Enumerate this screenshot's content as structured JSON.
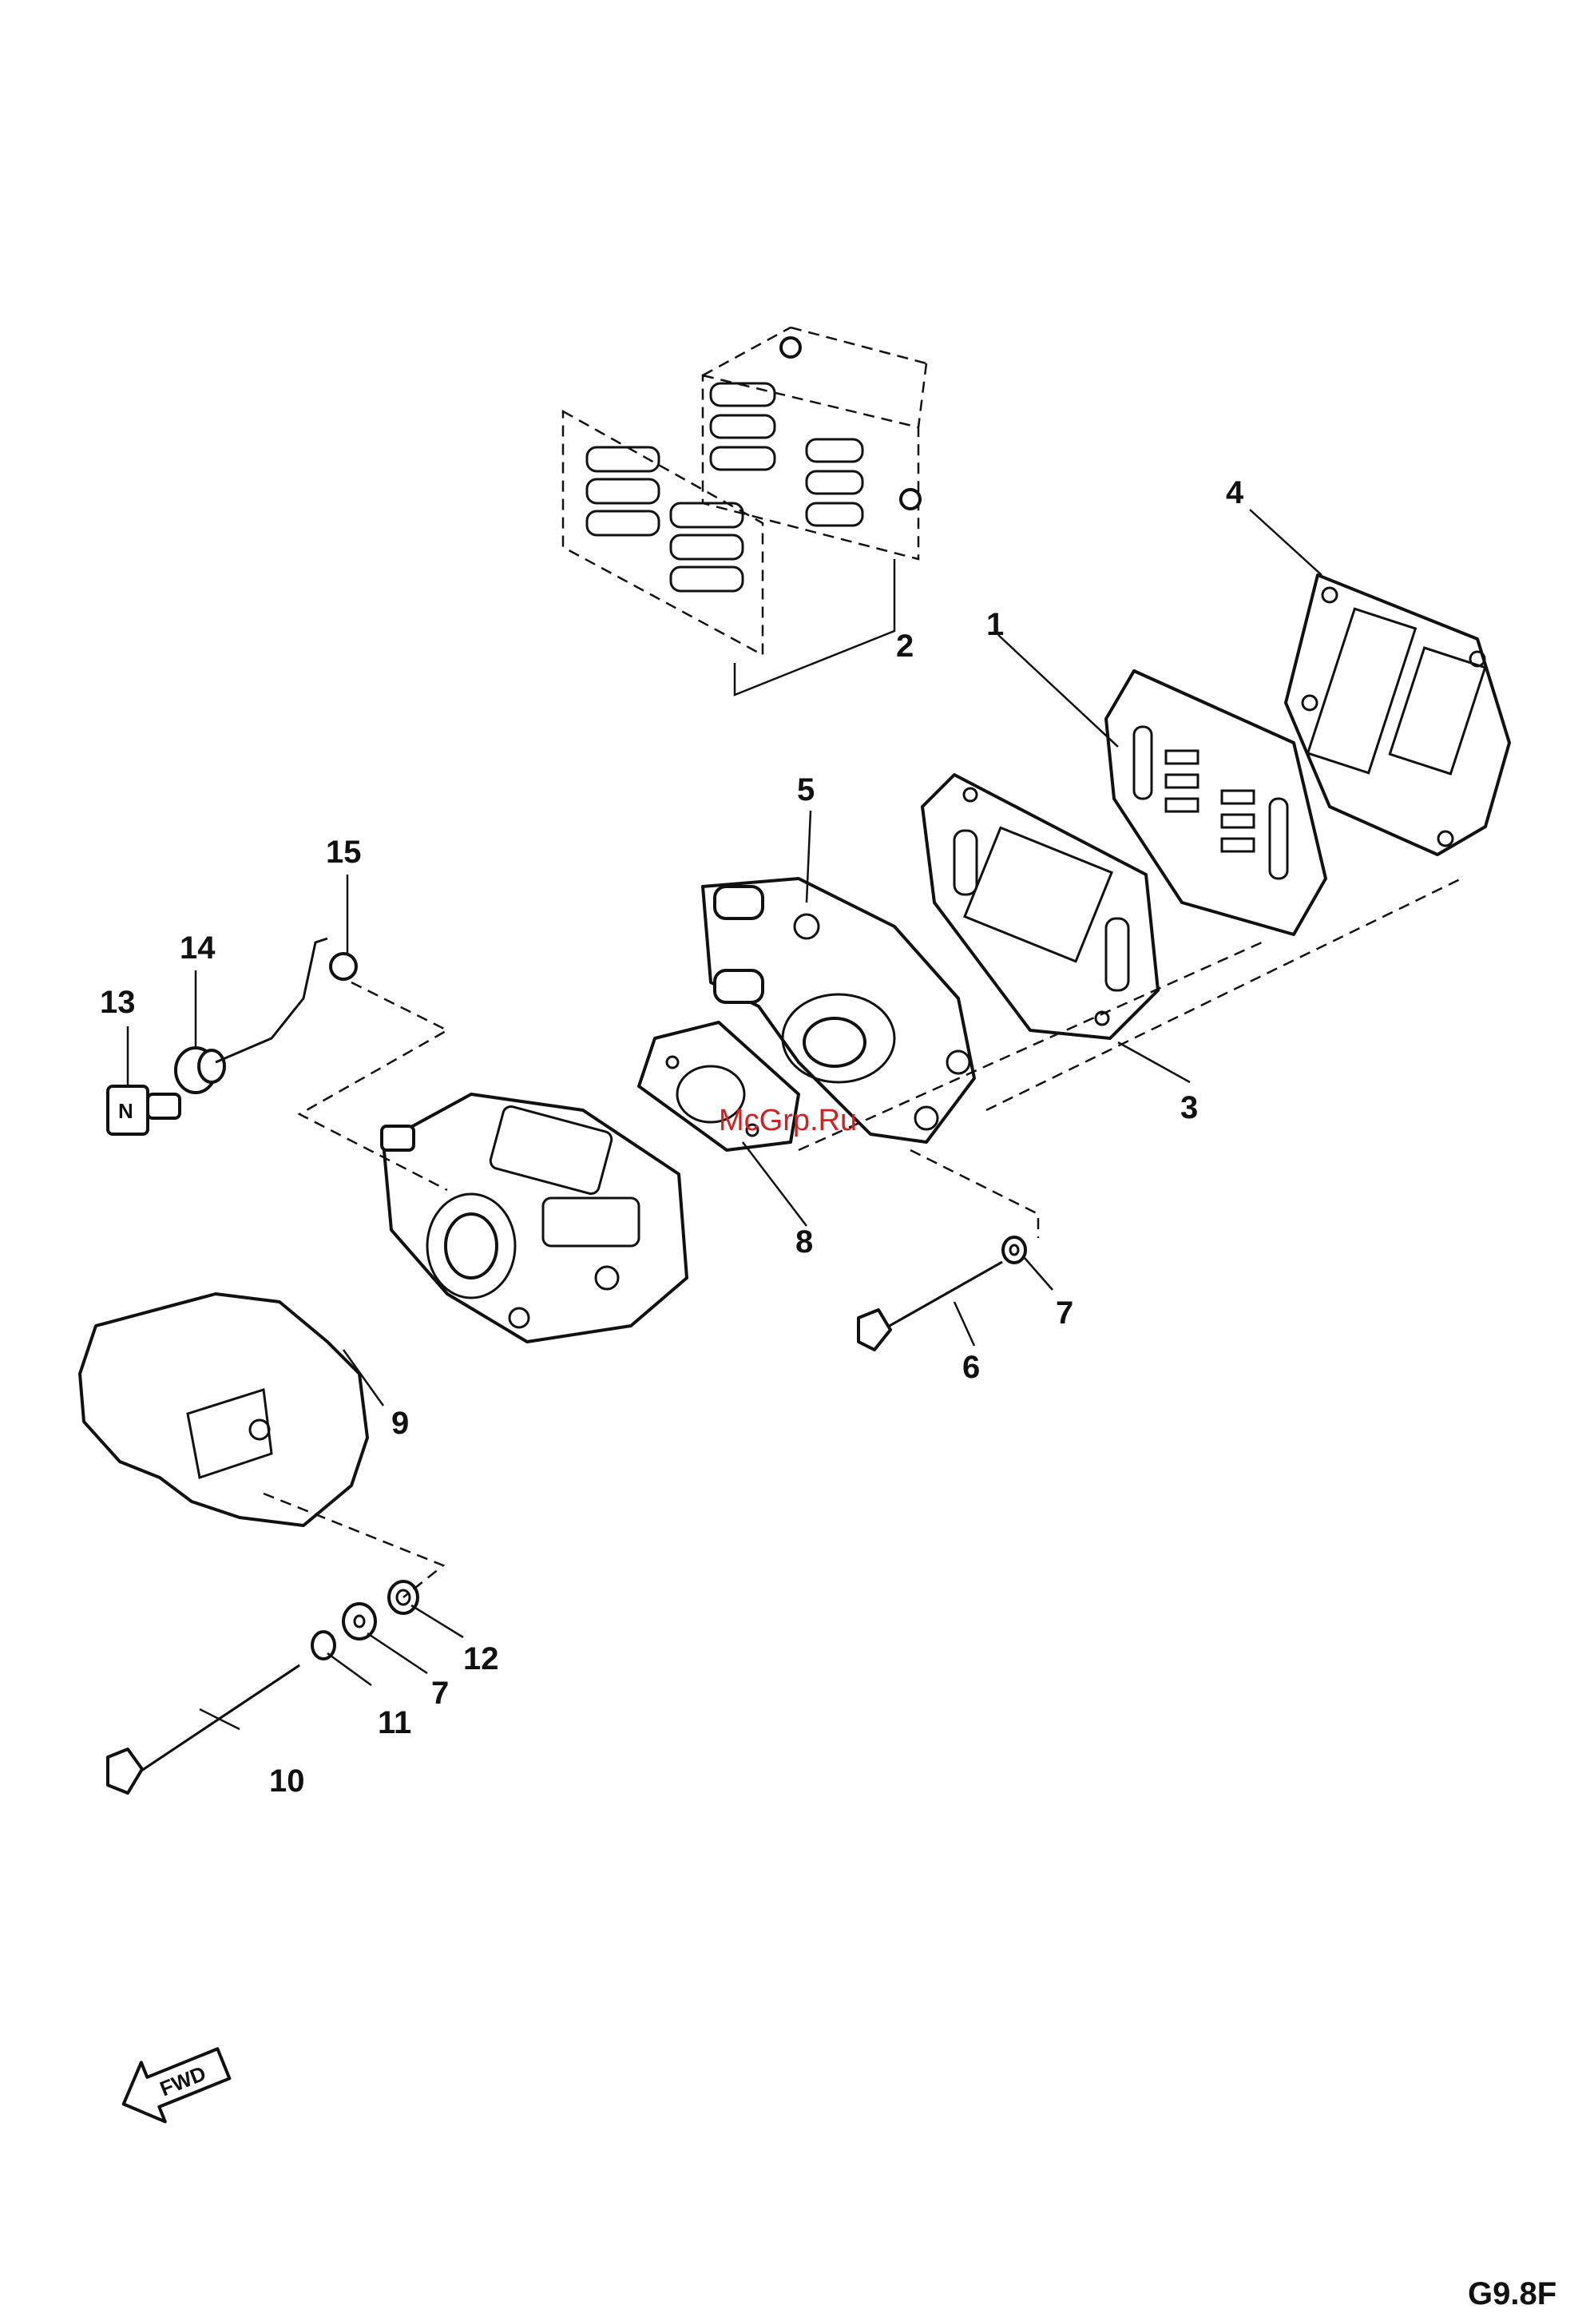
{
  "callouts": {
    "c1": "1",
    "c2": "2",
    "c3": "3",
    "c4": "4",
    "c5": "5",
    "c6": "6",
    "c7a": "7",
    "c7b": "7",
    "c8": "8",
    "c9": "9",
    "c10": "10",
    "c11": "11",
    "c12": "12",
    "c13": "13",
    "c14": "14",
    "c15": "15"
  },
  "watermark": "McGrp.Ru",
  "direction_arrow": "FWD",
  "diagram_code": "G9.8F",
  "colors": {
    "ink": "#111111",
    "watermark": "#d02020",
    "background": "#ffffff"
  }
}
